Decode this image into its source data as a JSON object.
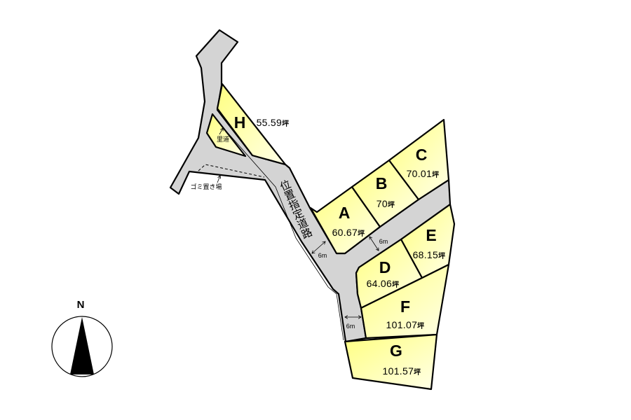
{
  "compass": {
    "label": "N"
  },
  "road_label": "位置指定道路",
  "annotations": {
    "satomichi": "里道",
    "garbage": "ゴミ置き場"
  },
  "road_widths": [
    "6m",
    "6m",
    "6m"
  ],
  "unit": "坪",
  "lots": [
    {
      "id": "A",
      "area": "60.67"
    },
    {
      "id": "B",
      "area": "70"
    },
    {
      "id": "C",
      "area": "70.01"
    },
    {
      "id": "D",
      "area": "64.06"
    },
    {
      "id": "E",
      "area": "68.15"
    },
    {
      "id": "F",
      "area": "101.07"
    },
    {
      "id": "G",
      "area": "101.57"
    },
    {
      "id": "H",
      "area": "55.59"
    }
  ],
  "colors": {
    "lot_fill_start": "#ffff80",
    "lot_fill_end": "#ffffe8",
    "road": "#d4d4d4"
  }
}
